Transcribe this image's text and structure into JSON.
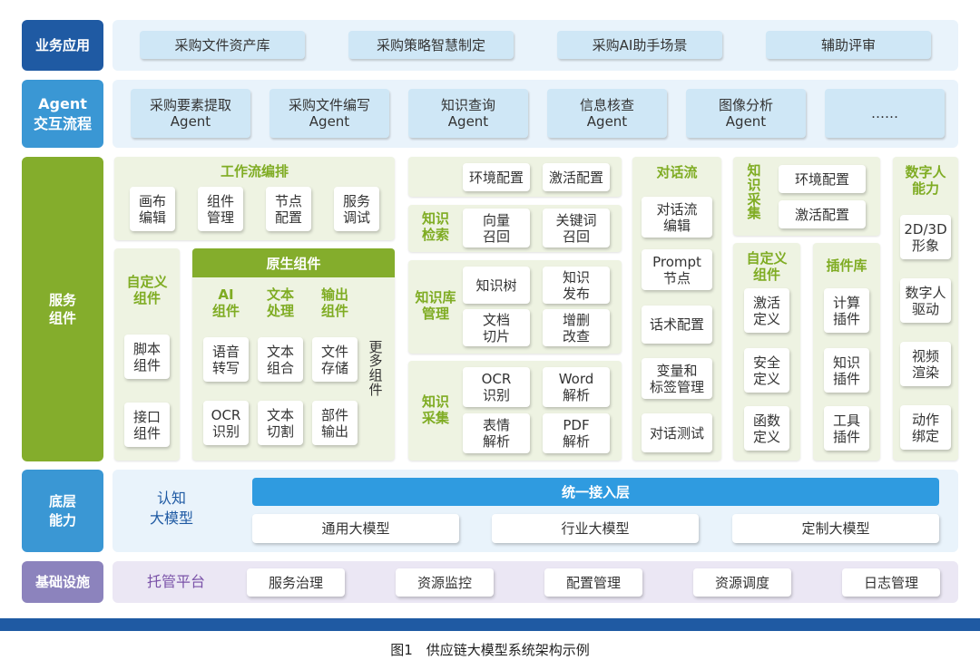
{
  "rows": {
    "business": {
      "label": "业务应用",
      "items": [
        "采购文件资产库",
        "采购策略智慧制定",
        "采购AI助手场景",
        "辅助评审"
      ]
    },
    "agent": {
      "label": "Agent\n交互流程",
      "items": [
        "采购要素提取\nAgent",
        "采购文件编写\nAgent",
        "知识查询\nAgent",
        "信息核查\nAgent",
        "图像分析\nAgent",
        "……"
      ]
    },
    "service": {
      "label": "服务\n组件",
      "workflow": {
        "title": "工作流编排",
        "items": [
          "画布\n编辑",
          "组件\n管理",
          "节点\n配置",
          "服务\n调试"
        ]
      },
      "custom": {
        "title": "自定义\n组件",
        "items": [
          "脚本\n组件",
          "接口\n组件"
        ]
      },
      "native": {
        "title": "原生组件",
        "ai": {
          "title": "AI\n组件",
          "items": [
            "语音\n转写",
            "OCR\n识别"
          ]
        },
        "text": {
          "title": "文本\n处理",
          "items": [
            "文本\n组合",
            "文本\n切割"
          ]
        },
        "output": {
          "title": "输出\n组件",
          "items": [
            "文件\n存储",
            "部件\n输出"
          ]
        },
        "more": "更\n多\n组\n件"
      },
      "config": {
        "items": [
          "环境配置",
          "激活配置"
        ]
      },
      "retrieval": {
        "title": "知识\n检索",
        "items": [
          "向量\n召回",
          "关键词\n召回"
        ]
      },
      "kbm": {
        "title": "知识库\n管理",
        "items": [
          "知识树",
          "知识\n发布",
          "文档\n切片",
          "增删\n改查"
        ]
      },
      "collect": {
        "title": "知识\n采集",
        "items": [
          "OCR\n识别",
          "Word\n解析",
          "表情\n解析",
          "PDF\n解析"
        ]
      },
      "dialog": {
        "title": "对话流",
        "items": [
          "对话流\n编辑",
          "Prompt\n节点",
          "话术配置",
          "变量和\n标签管理",
          "对话测试"
        ]
      },
      "kcollect": {
        "title": "知\n识\n采\n集",
        "items": [
          "环境配置",
          "激活配置"
        ]
      },
      "customdef": {
        "title": "自定义\n组件",
        "items": [
          "激活\n定义",
          "安全\n定义",
          "函数\n定义"
        ]
      },
      "plugins": {
        "title": "插件库",
        "items": [
          "计算\n插件",
          "知识\n插件",
          "工具\n插件"
        ]
      },
      "digital": {
        "title": "数字人\n能力",
        "items": [
          "2D/3D\n形象",
          "数字人\n驱动",
          "视频\n渲染",
          "动作\n绑定"
        ]
      }
    },
    "base": {
      "label": "底层\n能力",
      "cog": "认知\n大模型",
      "bar": "统一接入层",
      "items": [
        "通用大模型",
        "行业大模型",
        "定制大模型"
      ]
    },
    "infra": {
      "label": "基础设施",
      "title": "托管平台",
      "items": [
        "服务治理",
        "资源监控",
        "配置管理",
        "资源调度",
        "日志管理"
      ]
    }
  },
  "caption": "图1　供应链大模型系统架构示例",
  "colors": {
    "navy": "#1f5aa3",
    "blue": "#3a97d4",
    "green": "#84ad2c",
    "purple": "#8c83bd",
    "greentext": "#7fac23"
  }
}
